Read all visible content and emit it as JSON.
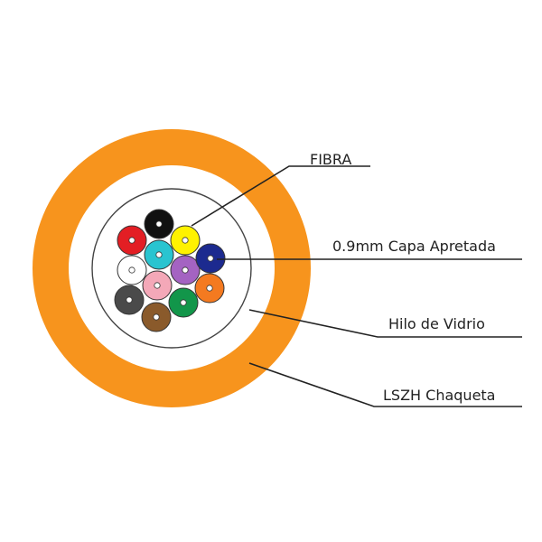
{
  "labels": {
    "fiber": "FIBRA",
    "buffer": "0.9mm Capa Apretada",
    "yarn": "Hilo de Vidrio",
    "jacket": "LSZH Chaqueta"
  },
  "colors": {
    "jacket": "#f7941d",
    "yarn": "#ffffff",
    "outline": "#444444",
    "leader": "#222222"
  },
  "fibers": [
    {
      "name": "fiber-red",
      "color": "#e31e24"
    },
    {
      "name": "fiber-black",
      "color": "#111111"
    },
    {
      "name": "fiber-yellow",
      "color": "#fff200"
    },
    {
      "name": "fiber-white",
      "color": "#ffffff"
    },
    {
      "name": "fiber-aqua",
      "color": "#29c4d0"
    },
    {
      "name": "fiber-violet",
      "color": "#a463c2"
    },
    {
      "name": "fiber-blue",
      "color": "#1c2a8f"
    },
    {
      "name": "fiber-slate",
      "color": "#4a4a4a"
    },
    {
      "name": "fiber-rose",
      "color": "#f4a8b8"
    },
    {
      "name": "fiber-green",
      "color": "#12964a"
    },
    {
      "name": "fiber-orange",
      "color": "#f47a20"
    },
    {
      "name": "fiber-brown",
      "color": "#8a5a2b"
    }
  ]
}
